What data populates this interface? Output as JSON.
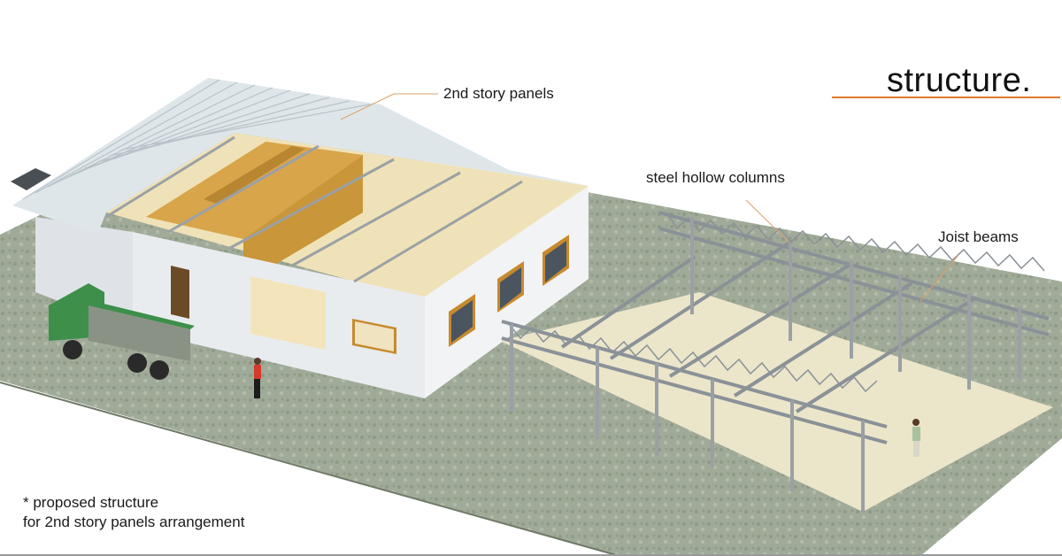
{
  "title": "structure.",
  "accent_color": "#e07a2e",
  "callouts": {
    "panels": "2nd story panels",
    "columns": "steel hollow columns",
    "joist": "Joist beams"
  },
  "note": {
    "line1": "* proposed structure",
    "line2": "for 2nd story panels arrangement"
  },
  "scene": {
    "description": "Isometric 3D render: single-story building with 2nd story roof panels, green dump truck, pedestrian, and adjacent open steel frame with joist beams on concrete slab",
    "colors": {
      "ground": "#9ea896",
      "slab": "#e9e3c8",
      "wall": "#e8ebee",
      "roof": "#dfe6ea",
      "wood": "#d9a84a",
      "steel": "#8f969c",
      "truck": "#3d8f4a"
    }
  }
}
